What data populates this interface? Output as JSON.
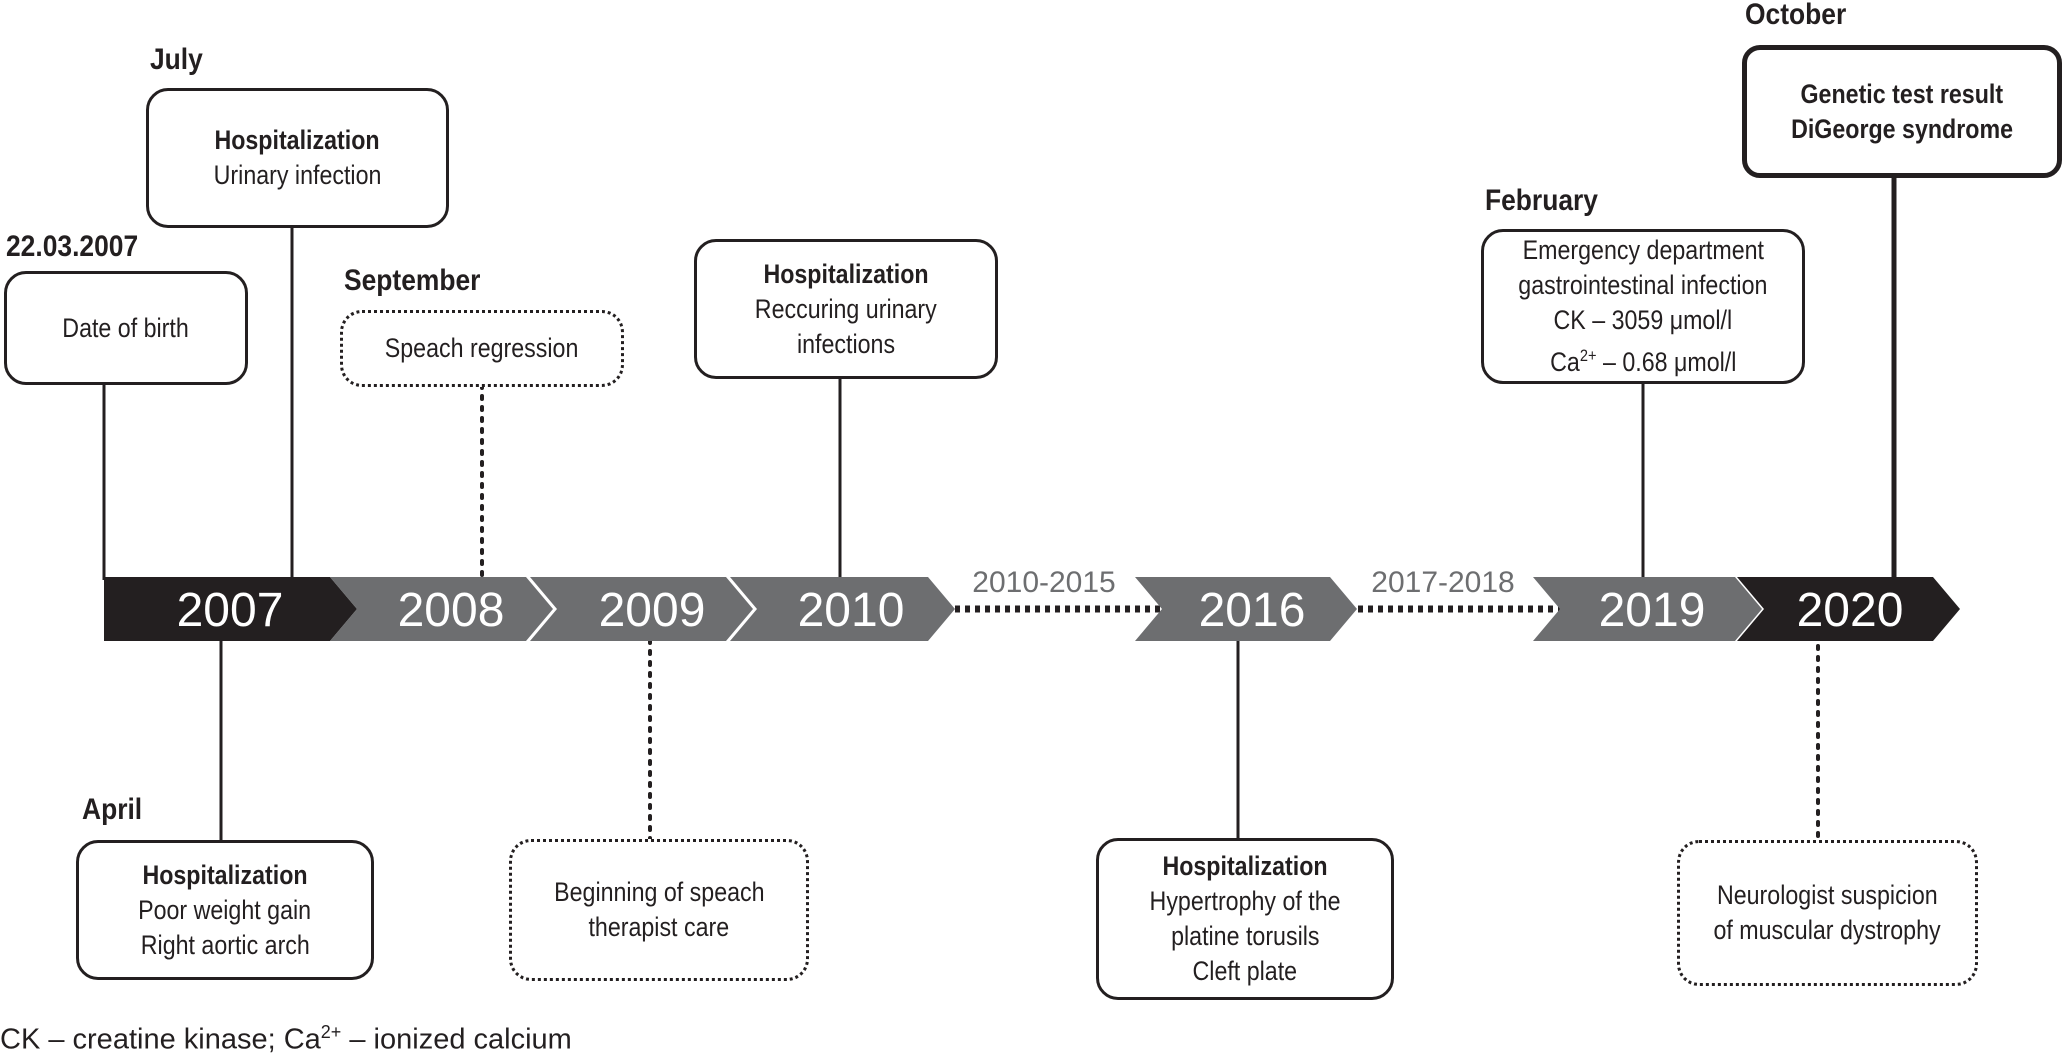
{
  "colors": {
    "dark": "#231f20",
    "gray": "#6d6e70",
    "mid_text": "#6d6e70",
    "white": "#ffffff"
  },
  "timeline": {
    "years": [
      {
        "label": "2007",
        "shade": "dark"
      },
      {
        "label": "2008",
        "shade": "gray"
      },
      {
        "label": "2009",
        "shade": "gray"
      },
      {
        "label": "2010",
        "shade": "gray"
      },
      {
        "label": "2016",
        "shade": "gray"
      },
      {
        "label": "2019",
        "shade": "gray"
      },
      {
        "label": "2020",
        "shade": "dark"
      }
    ],
    "gaps": [
      {
        "label": "2010-2015"
      },
      {
        "label": "2017-2018"
      }
    ]
  },
  "events": {
    "birth": {
      "date": "22.03.2007",
      "lines": [
        "Date of birth"
      ]
    },
    "july": {
      "date": "July",
      "title": "Hospitalization",
      "lines": [
        "Urinary infection"
      ]
    },
    "september": {
      "date": "September",
      "lines": [
        "Speach regression"
      ]
    },
    "hosp_2010": {
      "title": "Hospitalization",
      "lines": [
        "Reccuring urinary",
        "infections"
      ]
    },
    "february": {
      "date": "February",
      "lines": [
        "Emergency department",
        "gastrointestinal infection",
        "CK – 3059 μmol/l",
        "Ca",
        "2+",
        " – 0.68 μmol/l"
      ]
    },
    "october": {
      "date": "October",
      "title": "Genetic test result",
      "subtitle": "DiGeorge syndrome"
    },
    "april": {
      "date": "April",
      "title": "Hospitalization",
      "lines": [
        "Poor weight gain",
        "Right aortic arch"
      ]
    },
    "speech_care": {
      "lines": [
        "Beginning of speach",
        "therapist care"
      ]
    },
    "hosp_2016": {
      "title": "Hospitalization",
      "lines": [
        "Hypertrophy of the",
        "platine torusils",
        "Cleft plate"
      ]
    },
    "neurologist": {
      "lines": [
        "Neurologist suspicion",
        "of muscular dystrophy"
      ]
    }
  },
  "footnote": {
    "pre": "CK – creatine kinase; Ca",
    "sup": "2+",
    "post": " – ionized calcium"
  }
}
